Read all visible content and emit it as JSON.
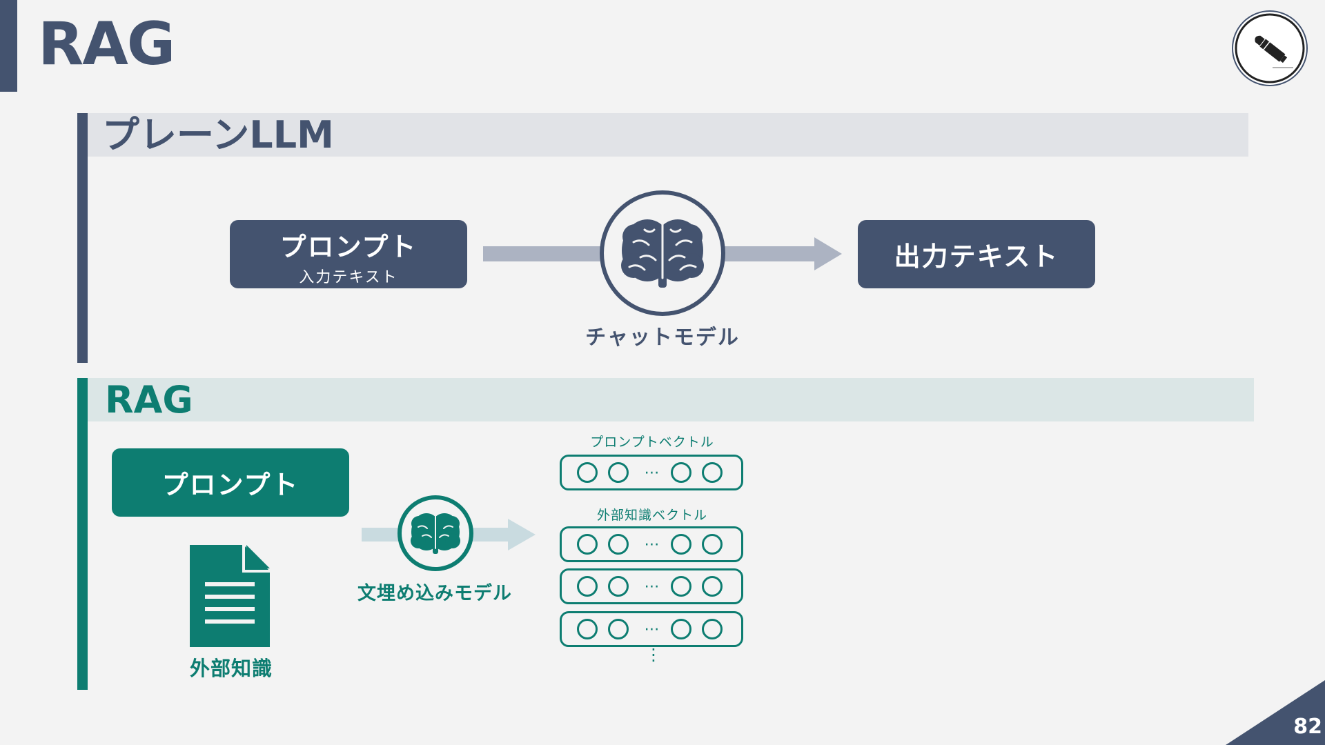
{
  "page": {
    "title": "RAG",
    "number": "82"
  },
  "plain_llm": {
    "title": "プレーンLLM",
    "prompt_main": "プロンプト",
    "prompt_sub": "入力テキスト",
    "model_label": "チャットモデル",
    "output_label": "出力テキスト",
    "model_icon": "brain-icon"
  },
  "rag": {
    "title": "RAG",
    "prompt_label": "プロンプト",
    "external_label": "外部知識",
    "document_icon": "document-icon",
    "embed_model_label": "文埋め込みモデル",
    "prompt_vector_label": "プロンプトベクトル",
    "external_vector_label": "外部知識ベクトル",
    "ellipsis": "⋯",
    "vertical_ellipsis": "⋮"
  },
  "colors": {
    "navy": "#44536f",
    "teal": "#0d7d71",
    "background": "#f3f3f3",
    "arrow_gray": "#acb3c2",
    "arrow_teal_light": "#c9dbe0"
  }
}
